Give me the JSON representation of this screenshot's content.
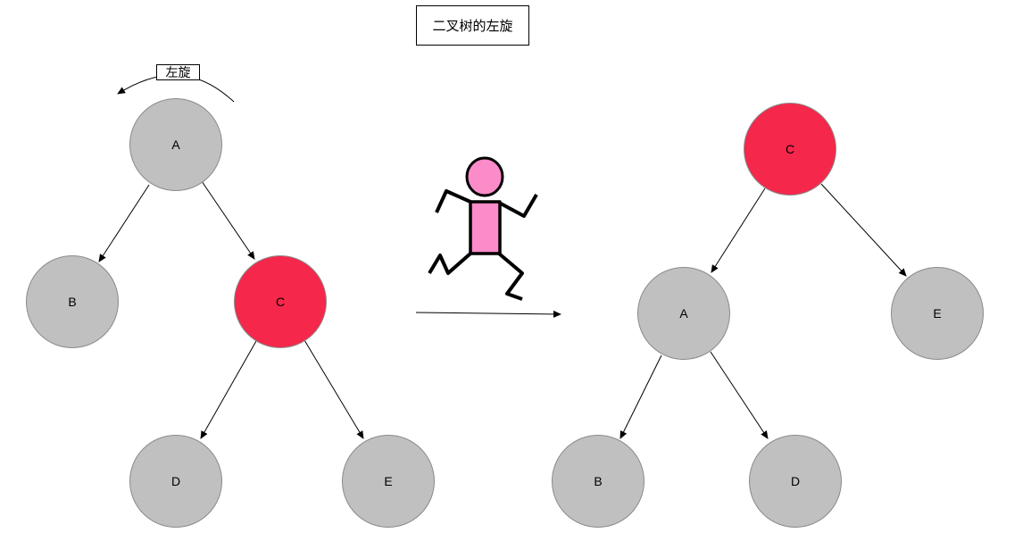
{
  "title": "二叉树的左旋",
  "rotate_label": "左旋",
  "colors": {
    "node_gray": "#c0c0c0",
    "node_red": "#f5274b",
    "figure_pink": "#fc8bc9",
    "stroke": "#000000"
  },
  "left_tree": {
    "node_a": "A",
    "node_b": "B",
    "node_c": "C",
    "node_d": "D",
    "node_e": "E"
  },
  "right_tree": {
    "node_c": "C",
    "node_a": "A",
    "node_e": "E",
    "node_b": "B",
    "node_d": "D"
  }
}
